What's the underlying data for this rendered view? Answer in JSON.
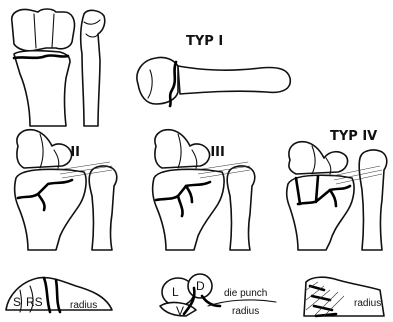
{
  "titles": {
    "typ1": "TYP I",
    "typ2": "TYP II",
    "typ3": "TYP III",
    "typ4": "TYP IV"
  },
  "labels": {
    "s": "S",
    "rs": "RS",
    "radius_1": "radius",
    "l": "L",
    "d": "D",
    "v": "V",
    "die_punch": "die punch",
    "radius_2": "radius",
    "radius_3": "radius"
  },
  "colors": {
    "line": "#111111",
    "background": "#ffffff"
  }
}
